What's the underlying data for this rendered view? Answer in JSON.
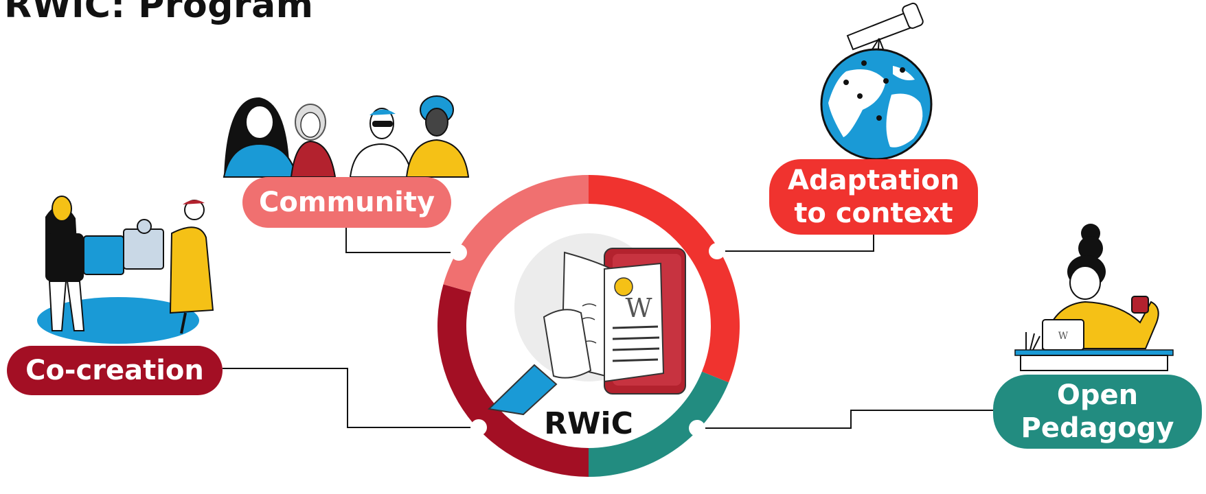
{
  "title": "RWiC: Program",
  "center_label": "RWiC",
  "pillars": [
    {
      "id": "community",
      "label": "Community",
      "color": "#f07070"
    },
    {
      "id": "adaptation",
      "label": "Adaptation\nto context",
      "color": "#f0332f"
    },
    {
      "id": "cocreation",
      "label": "Co-creation",
      "color": "#a30f24"
    },
    {
      "id": "open",
      "label": "Open\nPedagogy",
      "color": "#228c80"
    }
  ],
  "colors": {
    "ring_community": "#f07070",
    "ring_adaptation": "#f0332f",
    "ring_cocreation": "#a30f24",
    "ring_open": "#228c80",
    "connector": "#111111",
    "blue": "#1a9ad6",
    "yellow": "#f5c116"
  },
  "icons": {
    "community": "people-group-illustration",
    "adaptation": "telescope-globe-illustration",
    "cocreation": "puzzle-collaboration-illustration",
    "open": "laptop-learner-illustration",
    "center": "wikipedia-book-illustration"
  }
}
